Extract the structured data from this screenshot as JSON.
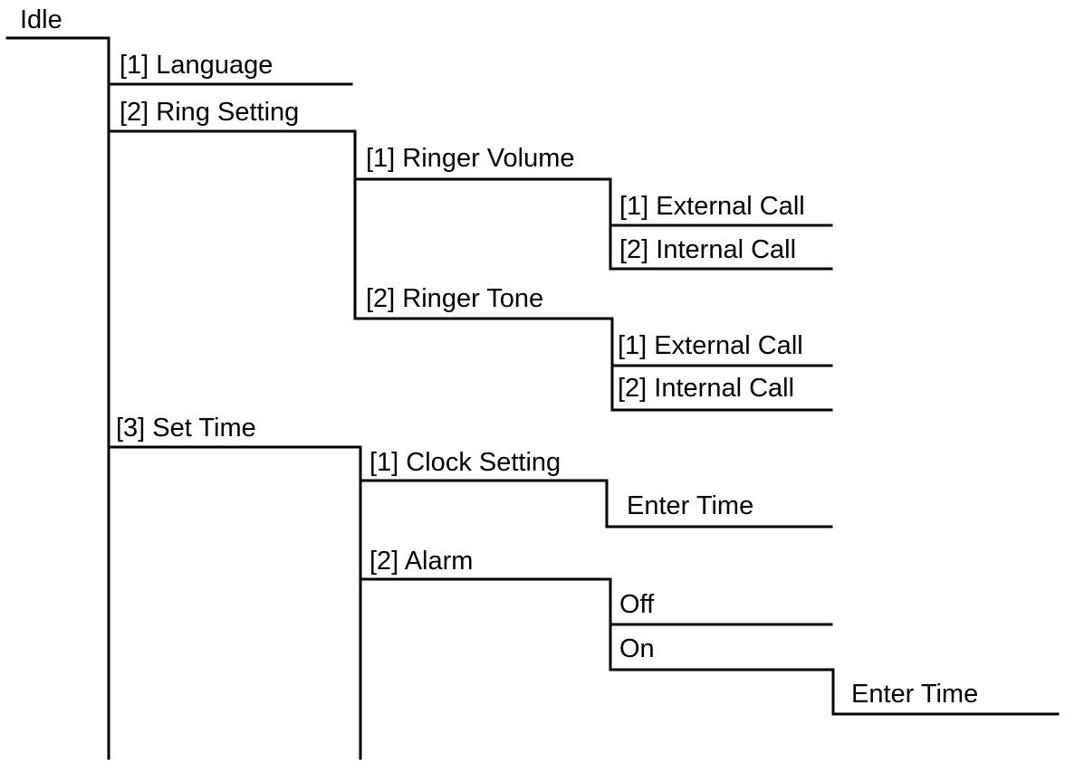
{
  "menu": {
    "root": "Idle",
    "items": [
      {
        "label": "[1] Language"
      },
      {
        "label": "[2] Ring Setting",
        "children": [
          {
            "label": "[1] Ringer Volume",
            "children": [
              {
                "label": "[1] External Call"
              },
              {
                "label": "[2] Internal Call"
              }
            ]
          },
          {
            "label": "[2] Ringer Tone",
            "children": [
              {
                "label": "[1] External Call"
              },
              {
                "label": "[2] Internal Call"
              }
            ]
          }
        ]
      },
      {
        "label": "[3] Set Time",
        "children": [
          {
            "label": "[1] Clock Setting",
            "children": [
              {
                "label": "Enter Time"
              }
            ]
          },
          {
            "label": "[2] Alarm",
            "children": [
              {
                "label": "Off"
              },
              {
                "label": "On",
                "children": [
                  {
                    "label": "Enter Time"
                  }
                ]
              }
            ]
          }
        ]
      }
    ]
  }
}
